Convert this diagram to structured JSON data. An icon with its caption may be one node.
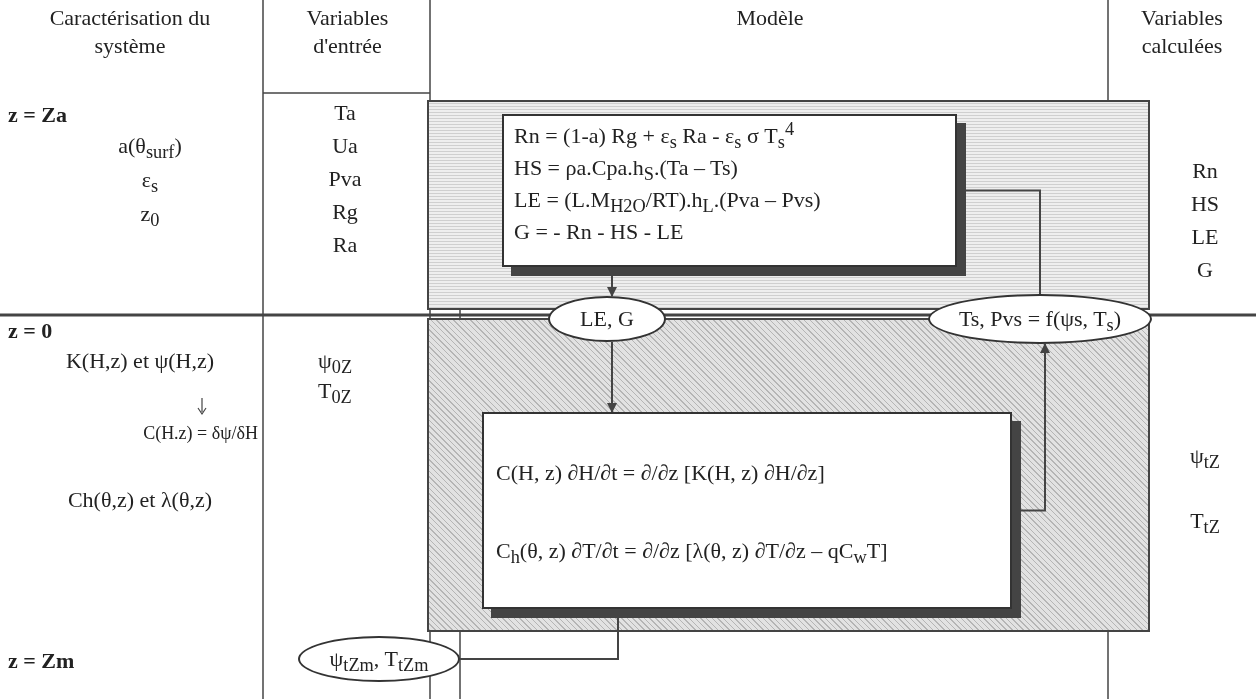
{
  "diagram": {
    "nodes": [
      {
        "text": [],
        "shape": "box"
      },
      {
        "text": [
          "Rn = (1-a) Rg + ε$_{s}$ Ra - ε$_{s}$ σ T$_{s}$$^{4}$",
          "HS = ρa.Cpa.h$_{S}$.(Ta – Ts)",
          "LE = (L.M$_{H2O}$/RT).h$_{L}$.(Pva – Pvs)",
          "G = - Rn - HS - LE"
        ],
        "in": 0
      },
      {
        "text": [
          "LE, G"
        ]
      },
      {
        "text": [
          "Ts, Pvs = f(ψs, T$_{s}$)"
        ]
      },
      {
        "text": [],
        "shape": "box"
      },
      {
        "text": [
          "C(H, z) ∂H/∂t = ∂/∂z [K(H, z) ∂H/∂z]",
          "C$_{h}$(θ, z) ∂T/∂t = ∂/∂z [λ(θ, z) ∂T/∂z – qC$_{w}$T]"
        ],
        "in": 4
      },
      {
        "text": [
          "ψ$_{tZm}$, T$_{tZm}$"
        ]
      }
    ],
    "edges": [
      {
        "from": 1,
        "to": 2,
        "arrow": "to"
      },
      {
        "from": 2,
        "to": 5,
        "arrow": "to"
      },
      {
        "from": 3,
        "to": 1,
        "arrow": "to"
      },
      {
        "from": 5,
        "to": 3,
        "arrow": "to"
      },
      {
        "from": 6,
        "to": 5,
        "arrow": "to"
      }
    ],
    "labels": [
      "Caractérisation du système",
      "Variables d'entrée",
      "Modèle",
      "Variables calculées",
      "z = Za",
      "a(θ$_{surf}$)",
      "ε$_{s}$",
      "z$_{0}$",
      "Ta",
      "Ua",
      "Pva",
      "Rg",
      "Ra",
      "Rn",
      "HS",
      "LE",
      "G",
      "z = 0",
      "K(H,z) et ψ(H,z)",
      "C(H.z) = δψ/δH",
      "Ch(θ,z) et λ(θ,z)",
      "z = Zm",
      "ψ$_{0Z}$",
      "T$_{0Z}$",
      "ψ$_{tZ}$",
      "T$_{tZ}$"
    ]
  }
}
